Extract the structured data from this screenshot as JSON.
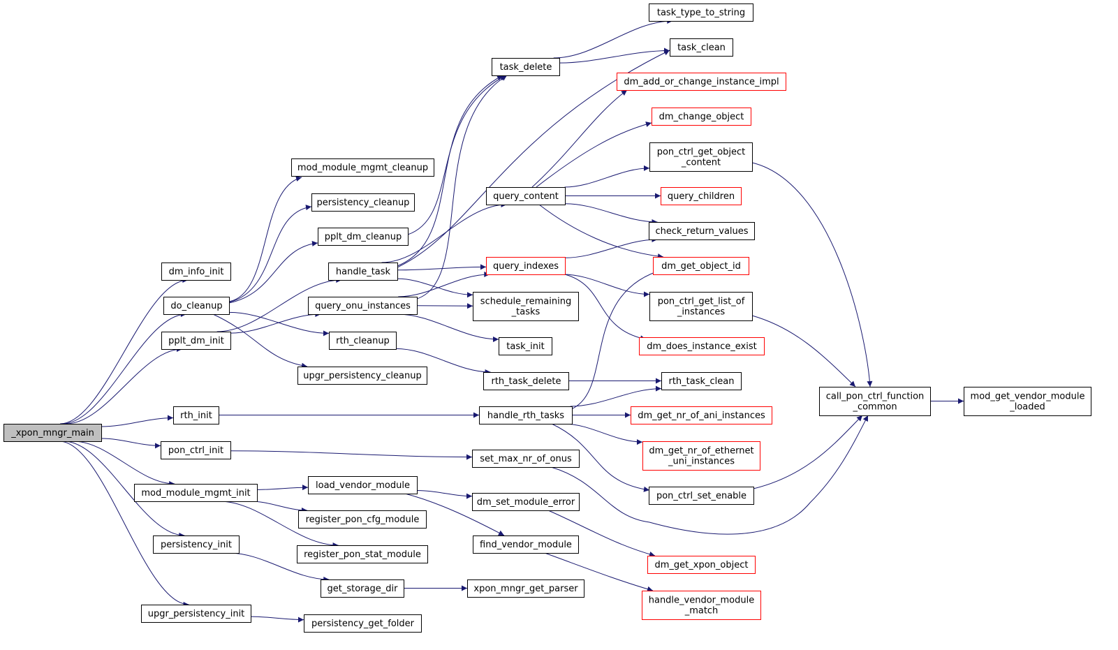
{
  "title": "",
  "colors": {
    "edge": "#191970",
    "node_border": "#000000",
    "truncated_border": "#ff0000",
    "root_fill": "#bfbfbf",
    "background": "#ffffff"
  },
  "nodes": [
    {
      "id": "xpon_mngr_main",
      "lines": [
        "_xpon_mngr_main"
      ],
      "kind": "root"
    },
    {
      "id": "dm_info_init",
      "lines": [
        "dm_info_init"
      ]
    },
    {
      "id": "do_cleanup",
      "lines": [
        "do_cleanup"
      ]
    },
    {
      "id": "pplt_dm_init",
      "lines": [
        "pplt_dm_init"
      ]
    },
    {
      "id": "rth_init",
      "lines": [
        "rth_init"
      ]
    },
    {
      "id": "pon_ctrl_init",
      "lines": [
        "pon_ctrl_init"
      ]
    },
    {
      "id": "mod_module_mgmt_init",
      "lines": [
        "mod_module_mgmt_init"
      ]
    },
    {
      "id": "persistency_init",
      "lines": [
        "persistency_init"
      ]
    },
    {
      "id": "upgr_persistency_init",
      "lines": [
        "upgr_persistency_init"
      ]
    },
    {
      "id": "mod_module_mgmt_cleanup",
      "lines": [
        "mod_module_mgmt_cleanup"
      ]
    },
    {
      "id": "persistency_cleanup",
      "lines": [
        "persistency_cleanup"
      ]
    },
    {
      "id": "pplt_dm_cleanup",
      "lines": [
        "pplt_dm_cleanup"
      ]
    },
    {
      "id": "handle_task",
      "lines": [
        "handle_task"
      ]
    },
    {
      "id": "query_onu_instances",
      "lines": [
        "query_onu_instances"
      ]
    },
    {
      "id": "rth_cleanup",
      "lines": [
        "rth_cleanup"
      ]
    },
    {
      "id": "upgr_persistency_cleanup",
      "lines": [
        "upgr_persistency_cleanup"
      ]
    },
    {
      "id": "load_vendor_module",
      "lines": [
        "load_vendor_module"
      ]
    },
    {
      "id": "register_pon_cfg_module",
      "lines": [
        "register_pon_cfg_module"
      ]
    },
    {
      "id": "register_pon_stat_module",
      "lines": [
        "register_pon_stat_module"
      ]
    },
    {
      "id": "get_storage_dir",
      "lines": [
        "get_storage_dir"
      ]
    },
    {
      "id": "persistency_get_folder",
      "lines": [
        "persistency_get_folder"
      ]
    },
    {
      "id": "task_delete",
      "lines": [
        "task_delete"
      ]
    },
    {
      "id": "query_content",
      "lines": [
        "query_content"
      ]
    },
    {
      "id": "query_indexes",
      "lines": [
        "query_indexes"
      ],
      "kind": "red"
    },
    {
      "id": "schedule_remaining_tasks",
      "lines": [
        "schedule_remaining",
        "_tasks"
      ]
    },
    {
      "id": "task_init",
      "lines": [
        "task_init"
      ]
    },
    {
      "id": "rth_task_delete",
      "lines": [
        "rth_task_delete"
      ]
    },
    {
      "id": "handle_rth_tasks",
      "lines": [
        "handle_rth_tasks"
      ]
    },
    {
      "id": "set_max_nr_of_onus",
      "lines": [
        "set_max_nr_of_onus"
      ]
    },
    {
      "id": "dm_set_module_error",
      "lines": [
        "dm_set_module_error"
      ]
    },
    {
      "id": "find_vendor_module",
      "lines": [
        "find_vendor_module"
      ]
    },
    {
      "id": "xpon_mngr_get_parser",
      "lines": [
        "xpon_mngr_get_parser"
      ]
    },
    {
      "id": "task_type_to_string",
      "lines": [
        "task_type_to_string"
      ]
    },
    {
      "id": "task_clean",
      "lines": [
        "task_clean"
      ]
    },
    {
      "id": "dm_add_or_change_instance_impl",
      "lines": [
        "dm_add_or_change_instance_impl"
      ],
      "kind": "red"
    },
    {
      "id": "dm_change_object",
      "lines": [
        "dm_change_object"
      ],
      "kind": "red"
    },
    {
      "id": "pon_ctrl_get_object_content",
      "lines": [
        "pon_ctrl_get_object",
        "_content"
      ]
    },
    {
      "id": "query_children",
      "lines": [
        "query_children"
      ],
      "kind": "red"
    },
    {
      "id": "check_return_values",
      "lines": [
        "check_return_values"
      ]
    },
    {
      "id": "dm_get_object_id",
      "lines": [
        "dm_get_object_id"
      ],
      "kind": "red"
    },
    {
      "id": "pon_ctrl_get_list_of_instances",
      "lines": [
        "pon_ctrl_get_list_of",
        "_instances"
      ]
    },
    {
      "id": "dm_does_instance_exist",
      "lines": [
        "dm_does_instance_exist"
      ],
      "kind": "red"
    },
    {
      "id": "rth_task_clean",
      "lines": [
        "rth_task_clean"
      ]
    },
    {
      "id": "dm_get_nr_of_ani_instances",
      "lines": [
        "dm_get_nr_of_ani_instances"
      ],
      "kind": "red"
    },
    {
      "id": "dm_get_nr_of_ethernet_uni_instances",
      "lines": [
        "dm_get_nr_of_ethernet",
        "_uni_instances"
      ],
      "kind": "red"
    },
    {
      "id": "pon_ctrl_set_enable",
      "lines": [
        "pon_ctrl_set_enable"
      ]
    },
    {
      "id": "dm_get_xpon_object",
      "lines": [
        "dm_get_xpon_object"
      ],
      "kind": "red"
    },
    {
      "id": "handle_vendor_module_match",
      "lines": [
        "handle_vendor_module",
        "_match"
      ],
      "kind": "red"
    },
    {
      "id": "call_pon_ctrl_function_common",
      "lines": [
        "call_pon_ctrl_function",
        "_common"
      ]
    },
    {
      "id": "mod_get_vendor_module_loaded",
      "lines": [
        "mod_get_vendor_module",
        "_loaded"
      ]
    }
  ],
  "edges": [
    [
      "xpon_mngr_main",
      "dm_info_init"
    ],
    [
      "xpon_mngr_main",
      "do_cleanup"
    ],
    [
      "xpon_mngr_main",
      "pplt_dm_init"
    ],
    [
      "xpon_mngr_main",
      "rth_init"
    ],
    [
      "xpon_mngr_main",
      "pon_ctrl_init"
    ],
    [
      "xpon_mngr_main",
      "mod_module_mgmt_init"
    ],
    [
      "xpon_mngr_main",
      "persistency_init"
    ],
    [
      "xpon_mngr_main",
      "upgr_persistency_init"
    ],
    [
      "do_cleanup",
      "mod_module_mgmt_cleanup"
    ],
    [
      "do_cleanup",
      "persistency_cleanup"
    ],
    [
      "do_cleanup",
      "pplt_dm_cleanup"
    ],
    [
      "do_cleanup",
      "rth_cleanup"
    ],
    [
      "do_cleanup",
      "upgr_persistency_cleanup"
    ],
    [
      "pplt_dm_init",
      "handle_task"
    ],
    [
      "pplt_dm_init",
      "query_onu_instances"
    ],
    [
      "pplt_dm_cleanup",
      "task_delete"
    ],
    [
      "handle_task",
      "task_delete"
    ],
    [
      "handle_task",
      "task_clean"
    ],
    [
      "handle_task",
      "query_content"
    ],
    [
      "handle_task",
      "query_indexes"
    ],
    [
      "handle_task",
      "schedule_remaining_tasks"
    ],
    [
      "query_onu_instances",
      "task_delete"
    ],
    [
      "query_onu_instances",
      "query_indexes"
    ],
    [
      "query_onu_instances",
      "schedule_remaining_tasks"
    ],
    [
      "query_onu_instances",
      "task_init"
    ],
    [
      "rth_cleanup",
      "rth_task_delete"
    ],
    [
      "rth_init",
      "handle_rth_tasks"
    ],
    [
      "pon_ctrl_init",
      "set_max_nr_of_onus"
    ],
    [
      "mod_module_mgmt_init",
      "load_vendor_module"
    ],
    [
      "mod_module_mgmt_init",
      "register_pon_cfg_module"
    ],
    [
      "mod_module_mgmt_init",
      "register_pon_stat_module"
    ],
    [
      "persistency_init",
      "get_storage_dir"
    ],
    [
      "upgr_persistency_init",
      "persistency_get_folder"
    ],
    [
      "task_delete",
      "task_type_to_string"
    ],
    [
      "task_delete",
      "task_clean"
    ],
    [
      "query_content",
      "dm_add_or_change_instance_impl"
    ],
    [
      "query_content",
      "dm_change_object"
    ],
    [
      "query_content",
      "pon_ctrl_get_object_content"
    ],
    [
      "query_content",
      "query_children"
    ],
    [
      "query_content",
      "check_return_values"
    ],
    [
      "query_content",
      "dm_get_object_id"
    ],
    [
      "query_indexes",
      "check_return_values"
    ],
    [
      "query_indexes",
      "pon_ctrl_get_list_of_instances"
    ],
    [
      "query_indexes",
      "dm_does_instance_exist"
    ],
    [
      "rth_task_delete",
      "rth_task_clean"
    ],
    [
      "handle_rth_tasks",
      "dm_get_object_id"
    ],
    [
      "handle_rth_tasks",
      "rth_task_clean"
    ],
    [
      "handle_rth_tasks",
      "dm_get_nr_of_ani_instances"
    ],
    [
      "handle_rth_tasks",
      "dm_get_nr_of_ethernet_uni_instances"
    ],
    [
      "handle_rth_tasks",
      "pon_ctrl_set_enable"
    ],
    [
      "set_max_nr_of_onus",
      "call_pon_ctrl_function_common"
    ],
    [
      "load_vendor_module",
      "dm_set_module_error"
    ],
    [
      "load_vendor_module",
      "find_vendor_module"
    ],
    [
      "dm_set_module_error",
      "dm_get_xpon_object"
    ],
    [
      "find_vendor_module",
      "handle_vendor_module_match"
    ],
    [
      "get_storage_dir",
      "xpon_mngr_get_parser"
    ],
    [
      "pon_ctrl_get_object_content",
      "call_pon_ctrl_function_common"
    ],
    [
      "pon_ctrl_get_list_of_instances",
      "call_pon_ctrl_function_common"
    ],
    [
      "pon_ctrl_set_enable",
      "call_pon_ctrl_function_common"
    ],
    [
      "call_pon_ctrl_function_common",
      "mod_get_vendor_module_loaded"
    ]
  ]
}
